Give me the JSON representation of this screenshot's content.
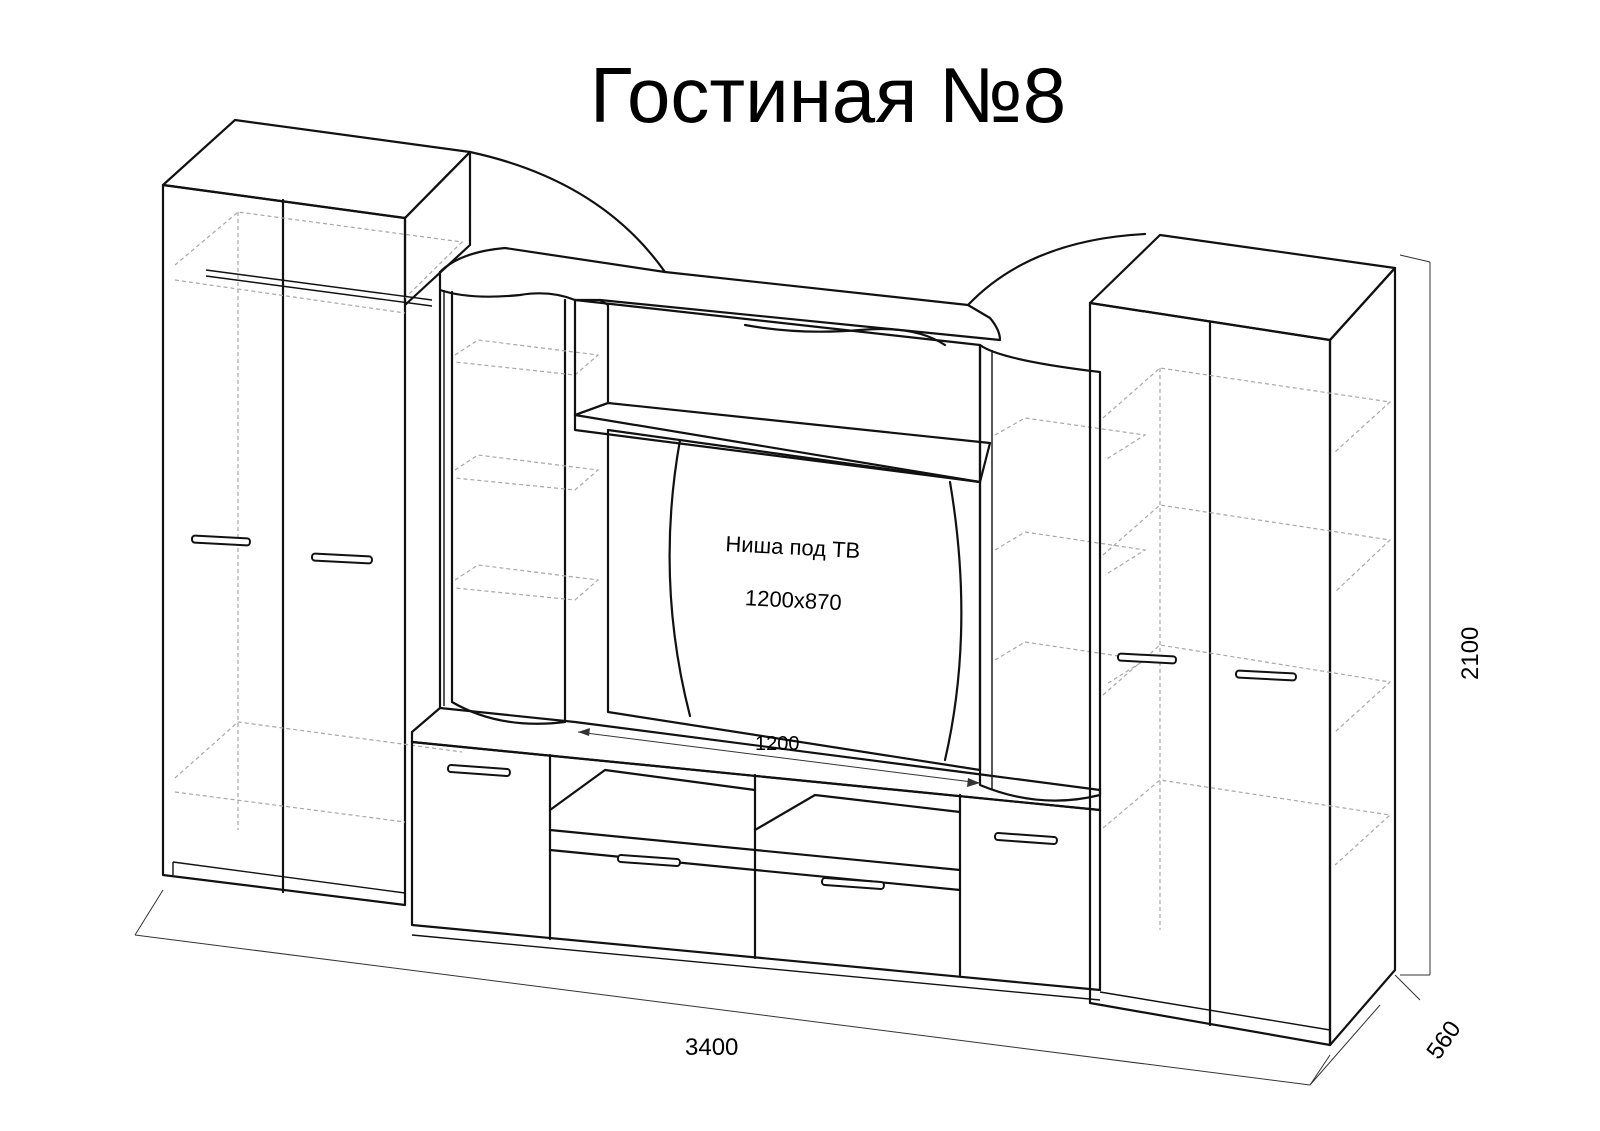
{
  "title": "Гостиная №8",
  "tv_niche": {
    "label": "Ниша под ТВ",
    "size": "1200x870"
  },
  "dimensions": {
    "niche_width": "1200",
    "total_width": "3400",
    "height": "2100",
    "depth": "560"
  }
}
